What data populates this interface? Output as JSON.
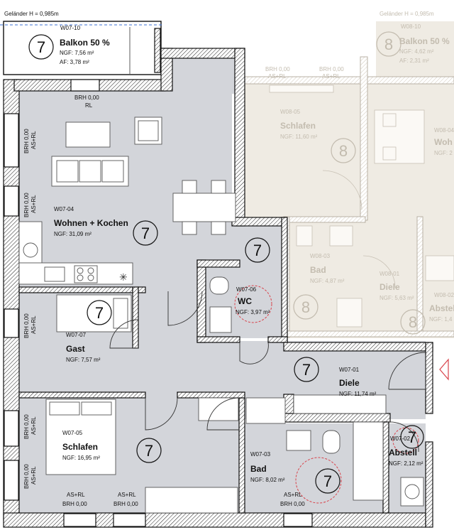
{
  "railing": {
    "own": "Geländer H = 0,985m",
    "neighbor": "Geländer H = 0,985m"
  },
  "rooms": {
    "balkon": {
      "id": "W07-10",
      "name": "Balkon 50 %",
      "ngf": "NGF: 7,56 m²",
      "af": "AF: 3,78 m²",
      "unit": "7"
    },
    "wohnen": {
      "id": "W07-04",
      "name": "Wohnen + Kochen",
      "ngf": "NGF: 31,09 m²",
      "unit": "7"
    },
    "wc": {
      "id": "W07-06",
      "name": "WC",
      "ngf": "NGF: 3,97 m²",
      "unit": "7"
    },
    "gast": {
      "id": "W07-07",
      "name": "Gast",
      "ngf": "NGF: 7,57 m²",
      "unit": "7"
    },
    "diele": {
      "id": "W07-01",
      "name": "Diele",
      "ngf": "NGF: 11,74 m²",
      "unit": "7"
    },
    "schlafen": {
      "id": "W07-05",
      "name": "Schlafen",
      "ngf": "NGF: 16,95 m²",
      "unit": "7"
    },
    "bad": {
      "id": "W07-03",
      "name": "Bad",
      "ngf": "NGF: 8,02 m²",
      "unit": "7"
    },
    "abstell": {
      "id": "W07-02",
      "name": "Abstell",
      "ngf": "NGF: 2,12 m²",
      "unit": "7"
    }
  },
  "neighbor_rooms": {
    "balkon": {
      "id": "W08-10",
      "name": "Balkon 50 %",
      "ngf": "NGF: 4,62 m²",
      "af": "AF: 2,31 m²",
      "unit": "8"
    },
    "schlafen": {
      "id": "W08-05",
      "name": "Schlafen",
      "ngf": "NGF: 11,60 m²",
      "unit": "8"
    },
    "wohnen": {
      "id": "W08-04",
      "name": "Woh",
      "ngf": "NGF: 2",
      "unit": "8"
    },
    "bad": {
      "id": "W08-03",
      "name": "Bad",
      "ngf": "NGF: 4,87 m²",
      "unit": "8"
    },
    "diele": {
      "id": "W08-01",
      "name": "Diele",
      "ngf": "NGF: 5,63 m²",
      "unit": "8"
    },
    "abstell": {
      "id": "W08-02",
      "name": "Abstell",
      "ngf": "NGF: 1,4",
      "unit": "8"
    }
  },
  "window_labels": {
    "brh_rl": "BRH 0,00",
    "rl": "RL",
    "brh_left": "BRH 0,00",
    "as_rl": "AS+RL",
    "brh_bottom": "BRH 0,00"
  },
  "colors": {
    "room": "#d3d5da",
    "neighbor": "#efebe3",
    "accent": "#d9434b"
  }
}
